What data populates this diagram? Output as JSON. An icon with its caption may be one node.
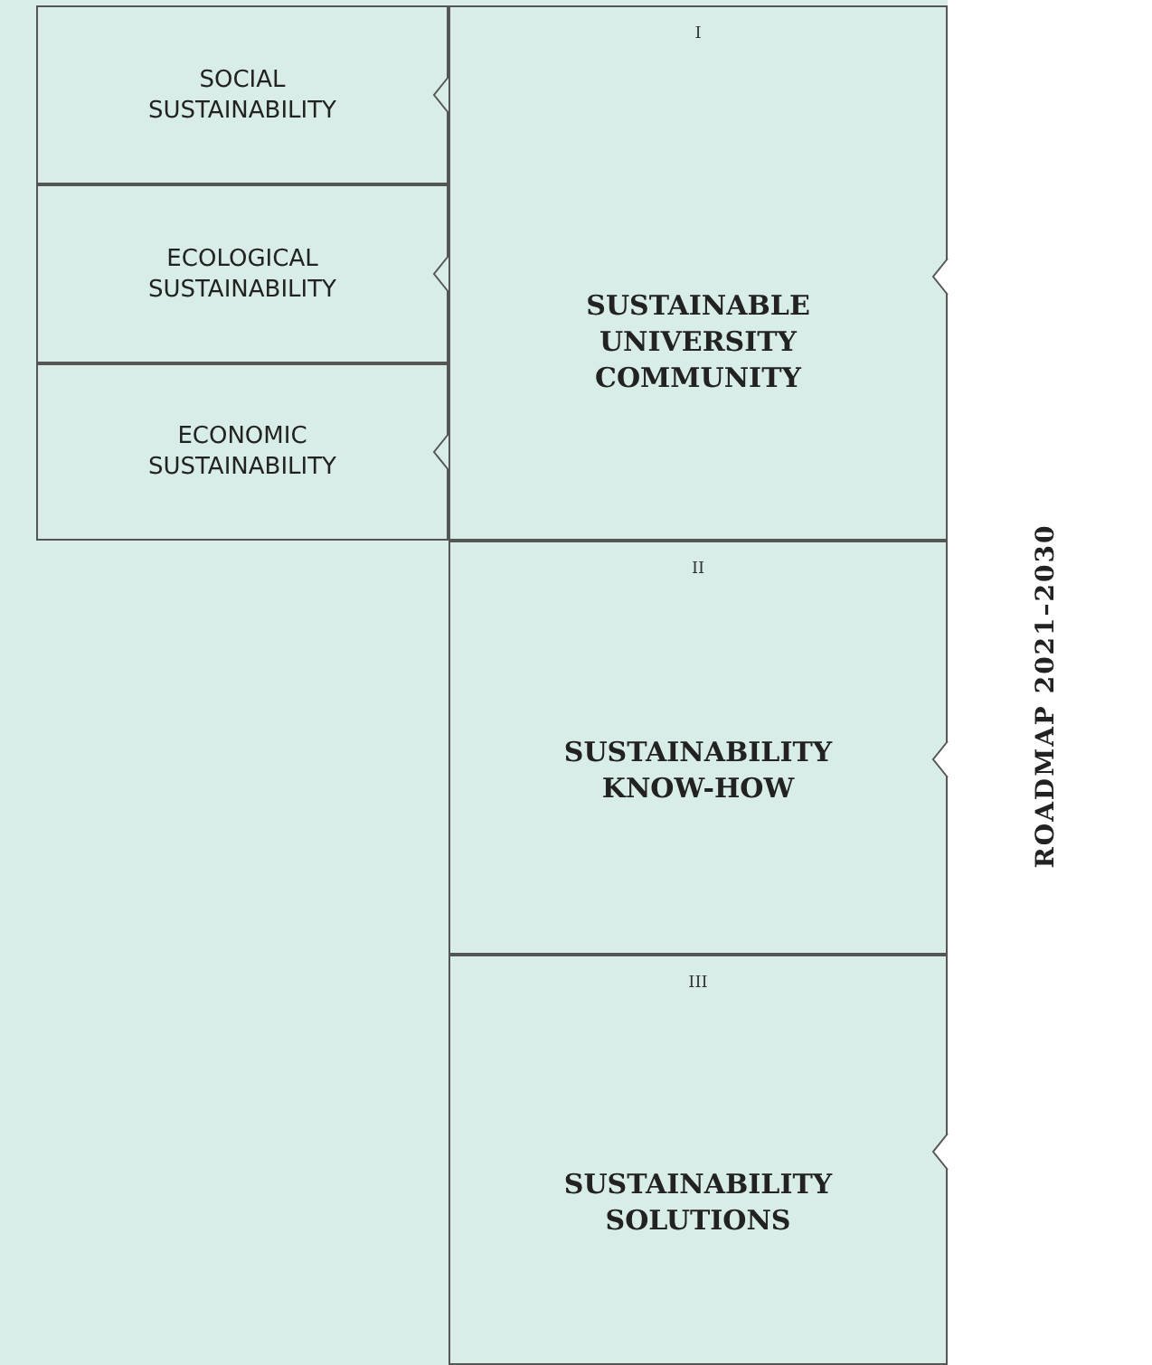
{
  "diagram": {
    "nodes": [
      {
        "text": [
          "SOCIAL SUSTAINABILITY"
        ]
      },
      {
        "text": [
          "ECOLOGICAL SUSTAINABILITY"
        ]
      },
      {
        "text": [
          "ECONOMIC SUSTAINABILITY"
        ]
      },
      {
        "text": [
          "I",
          "SUSTAINABLE UNIVERSITY COMMUNITY"
        ]
      },
      {
        "text": [
          "II",
          "SUSTAINABILITY KNOW-HOW"
        ]
      },
      {
        "text": [
          "III",
          "SUSTAINABILITY SOLUTIONS"
        ]
      }
    ],
    "edges": [
      {
        "from": 3,
        "to": 0,
        "arrow": "to"
      },
      {
        "from": 3,
        "to": 1,
        "arrow": "to"
      },
      {
        "from": 3,
        "to": 2,
        "arrow": "to"
      }
    ],
    "labels": [
      "ROADMAP 2021–2030"
    ]
  }
}
